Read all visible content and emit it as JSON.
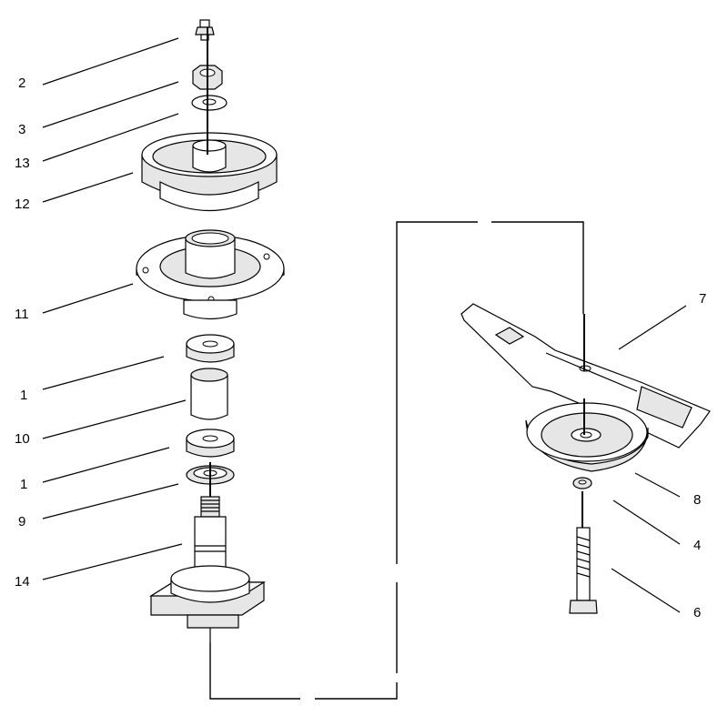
{
  "callouts": [
    {
      "id": "label-2",
      "text": "2"
    },
    {
      "id": "label-3",
      "text": "3"
    },
    {
      "id": "label-13",
      "text": "13"
    },
    {
      "id": "label-12",
      "text": "12"
    },
    {
      "id": "label-11",
      "text": "11"
    },
    {
      "id": "label-1a",
      "text": "1"
    },
    {
      "id": "label-10",
      "text": "10"
    },
    {
      "id": "label-1b",
      "text": "1"
    },
    {
      "id": "label-9",
      "text": "9"
    },
    {
      "id": "label-14",
      "text": "14"
    },
    {
      "id": "label-7",
      "text": "7"
    },
    {
      "id": "label-8",
      "text": "8"
    },
    {
      "id": "label-4",
      "text": "4"
    },
    {
      "id": "label-6",
      "text": "6"
    }
  ]
}
